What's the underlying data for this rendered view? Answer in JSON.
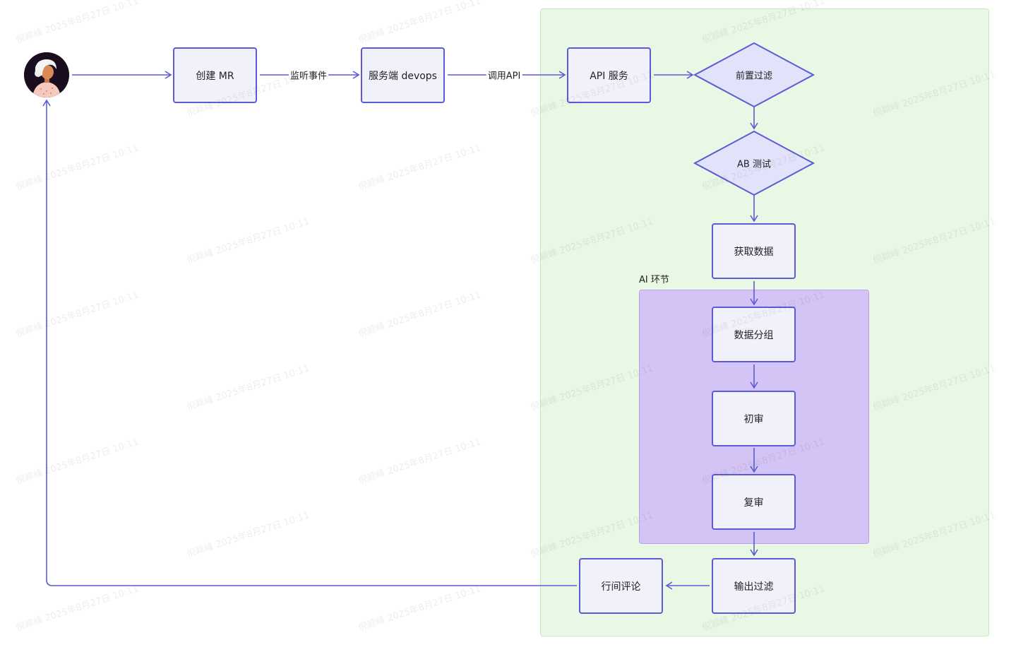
{
  "nodes": {
    "create_mr": "创建 MR",
    "server_devops": "服务端 devops",
    "api_service": "API 服务",
    "pre_filter": "前置过滤",
    "ab_test": "AB 测试",
    "fetch_data": "获取数据",
    "data_group": "数据分组",
    "first_review": "初审",
    "second_review": "复审",
    "output_filter": "输出过滤",
    "inline_comment": "行间评论"
  },
  "edges": {
    "listen_event": "监听事件",
    "call_api": "调用API"
  },
  "groups": {
    "ai_stage": "AI 环节"
  },
  "watermark": "倪颖峰 2025年8月27日 10:11",
  "colors": {
    "node_border": "#5b5bd6",
    "node_fill": "#f1f1fb",
    "diamond_fill": "#e2e3fb",
    "green_region": "#e8f8e4",
    "purple_region": "#d4c3f5"
  }
}
